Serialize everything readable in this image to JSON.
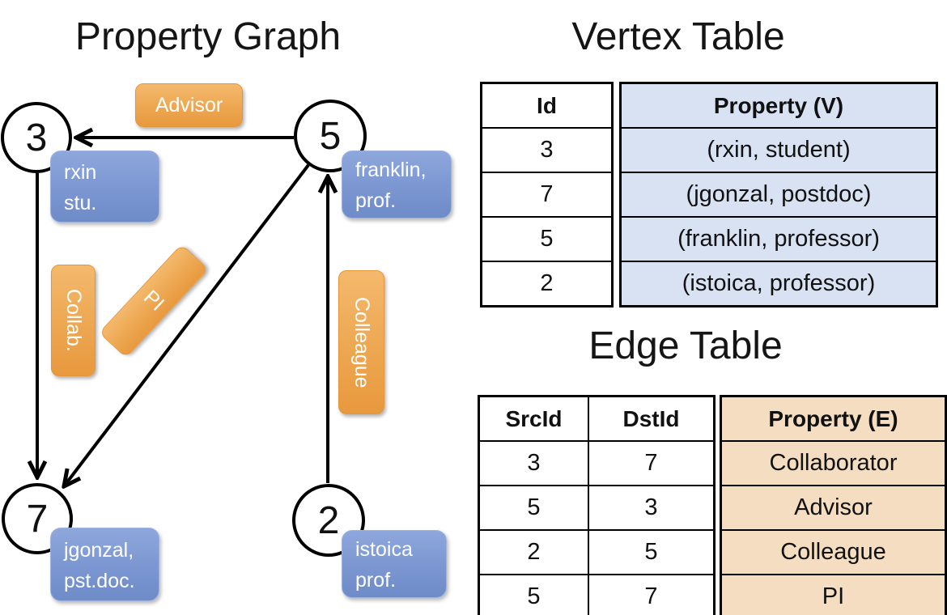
{
  "titles": {
    "graph": "Property Graph",
    "vertex": "Vertex Table",
    "edge": "Edge Table"
  },
  "graph": {
    "nodes": [
      {
        "id": "3",
        "label_lines": [
          "rxin",
          "stu."
        ]
      },
      {
        "id": "5",
        "label_lines": [
          "franklin,",
          "prof."
        ]
      },
      {
        "id": "7",
        "label_lines": [
          "jgonzal,",
          "pst.doc."
        ]
      },
      {
        "id": "2",
        "label_lines": [
          "istoica",
          "prof."
        ]
      }
    ],
    "edges": [
      {
        "from": "5",
        "to": "3",
        "label": "Advisor"
      },
      {
        "from": "3",
        "to": "7",
        "label": "Collab."
      },
      {
        "from": "5",
        "to": "7",
        "label": "PI"
      },
      {
        "from": "2",
        "to": "5",
        "label": "Colleague"
      }
    ]
  },
  "vertex_table": {
    "headers": [
      "Id",
      "Property (V)"
    ],
    "rows": [
      [
        "3",
        "(rxin, student)"
      ],
      [
        "7",
        "(jgonzal, postdoc)"
      ],
      [
        "5",
        "(franklin, professor)"
      ],
      [
        "2",
        "(istoica, professor)"
      ]
    ]
  },
  "edge_table": {
    "headers": [
      "SrcId",
      "DstId",
      "Property (E)"
    ],
    "rows": [
      [
        "3",
        "7",
        "Collaborator"
      ],
      [
        "5",
        "3",
        "Advisor"
      ],
      [
        "2",
        "5",
        "Colleague"
      ],
      [
        "5",
        "7",
        "PI"
      ]
    ]
  },
  "colors": {
    "node_property_blue": "#7D97D2",
    "edge_label_orange": "#EDA751",
    "vertex_table_fill": "#D8E2F3",
    "edge_table_fill": "#F4DDC1",
    "line_black": "#000000"
  }
}
